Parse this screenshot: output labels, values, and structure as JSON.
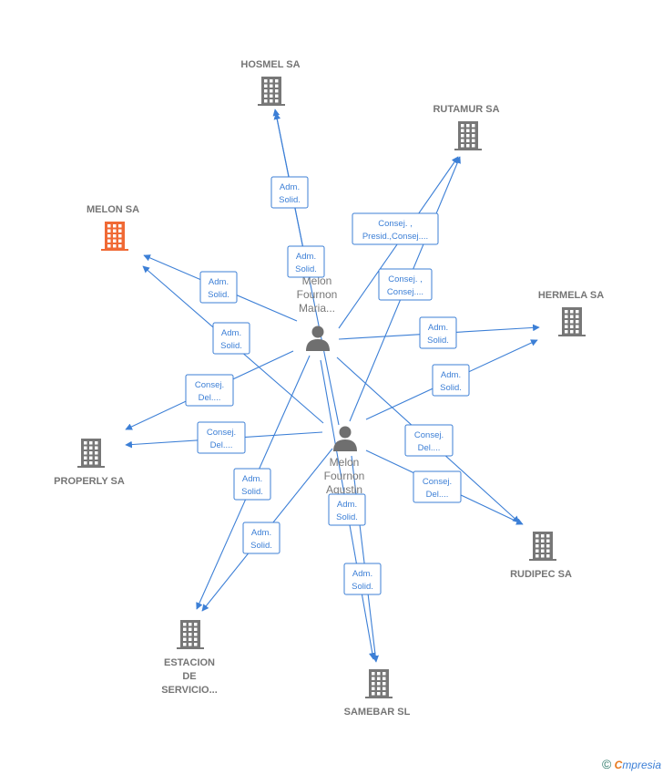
{
  "colors": {
    "company": "#777777",
    "highlight": "#f06a35",
    "edge": "#3c7fd6",
    "person": "#6f6f6f"
  },
  "companies": [
    {
      "id": "hosmel",
      "label": [
        "HOSMEL SA"
      ],
      "icon": "building-icon",
      "highlight": false
    },
    {
      "id": "rutamur",
      "label": [
        "RUTAMUR SA"
      ],
      "icon": "building-icon",
      "highlight": false
    },
    {
      "id": "melon",
      "label": [
        "MELON SA"
      ],
      "icon": "building-icon",
      "highlight": true
    },
    {
      "id": "hermela",
      "label": [
        "HERMELA SA"
      ],
      "icon": "building-icon",
      "highlight": false
    },
    {
      "id": "properly",
      "label": [
        "PROPERLY SA"
      ],
      "icon": "building-icon",
      "highlight": false
    },
    {
      "id": "rudipec",
      "label": [
        "RUDIPEC SA"
      ],
      "icon": "building-icon",
      "highlight": false
    },
    {
      "id": "estacion",
      "label": [
        "ESTACION",
        "DE",
        "SERVICIO..."
      ],
      "icon": "building-icon",
      "highlight": false
    },
    {
      "id": "samebar",
      "label": [
        "SAMEBAR SL"
      ],
      "icon": "building-icon",
      "highlight": false
    }
  ],
  "persons": [
    {
      "id": "maria",
      "label": [
        "Melon",
        "Fournon",
        "Maria..."
      ],
      "icon": "person-icon"
    },
    {
      "id": "agustin",
      "label": [
        "Melon",
        "Fournon",
        "Agustin"
      ],
      "icon": "person-icon"
    }
  ],
  "edges": [
    {
      "from": "maria",
      "to": "hosmel",
      "label": [
        "Adm.",
        "Solid."
      ]
    },
    {
      "from": "agustin",
      "to": "hosmel",
      "label": [
        "Adm.",
        "Solid."
      ]
    },
    {
      "from": "maria",
      "to": "rutamur",
      "label": [
        "Consej. ,",
        "Presid.,Consej...."
      ]
    },
    {
      "from": "agustin",
      "to": "rutamur",
      "label": [
        "Consej. ,",
        "Consej...."
      ]
    },
    {
      "from": "maria",
      "to": "melon",
      "label": [
        "Adm.",
        "Solid."
      ]
    },
    {
      "from": "agustin",
      "to": "melon",
      "label": [
        "Adm.",
        "Solid."
      ]
    },
    {
      "from": "maria",
      "to": "hermela",
      "label": [
        "Adm.",
        "Solid."
      ]
    },
    {
      "from": "agustin",
      "to": "hermela",
      "label": [
        "Adm.",
        "Solid."
      ]
    },
    {
      "from": "maria",
      "to": "properly",
      "label": [
        "Consej.",
        "Del...."
      ]
    },
    {
      "from": "agustin",
      "to": "properly",
      "label": [
        "Consej.",
        "Del...."
      ]
    },
    {
      "from": "maria",
      "to": "rudipec",
      "label": [
        "Consej.",
        "Del...."
      ]
    },
    {
      "from": "agustin",
      "to": "rudipec",
      "label": [
        "Consej.",
        "Del...."
      ]
    },
    {
      "from": "maria",
      "to": "estacion",
      "label": [
        "Adm.",
        "Solid."
      ]
    },
    {
      "from": "agustin",
      "to": "estacion",
      "label": [
        "Adm.",
        "Solid."
      ]
    },
    {
      "from": "maria",
      "to": "samebar",
      "label": [
        "Adm.",
        "Solid."
      ]
    },
    {
      "from": "agustin",
      "to": "samebar",
      "label": [
        "Adm.",
        "Solid."
      ]
    }
  ],
  "brand": {
    "copyright": "©",
    "e": "C",
    "rest": "mpresia"
  }
}
